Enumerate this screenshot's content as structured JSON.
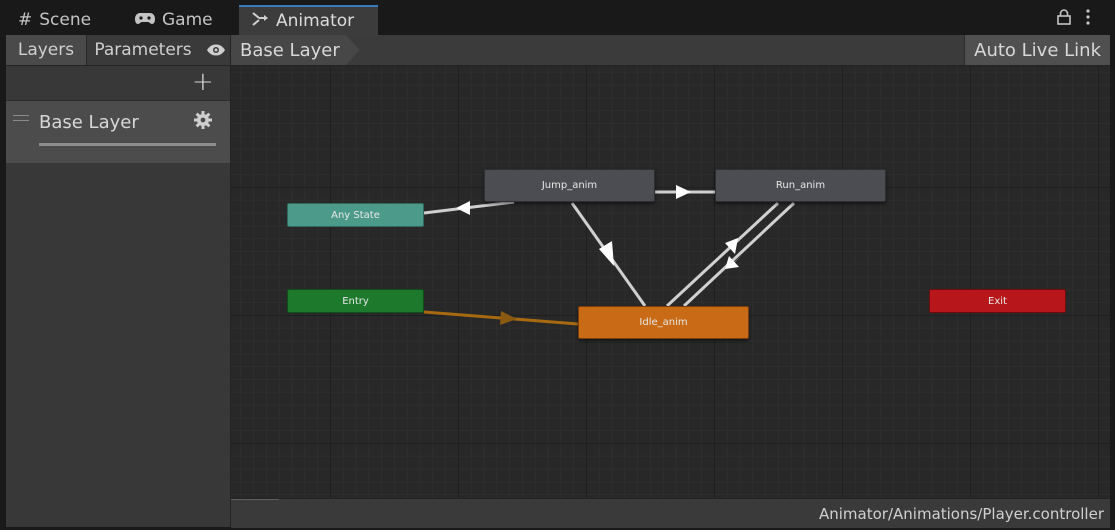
{
  "tabs": [
    {
      "label": "Scene",
      "icon": "hash-icon"
    },
    {
      "label": "Game",
      "icon": "gamepad-icon"
    },
    {
      "label": "Animator",
      "icon": "animator-icon",
      "active": true
    }
  ],
  "left_panel": {
    "tabs": [
      "Layers",
      "Parameters"
    ],
    "layers": [
      {
        "name": "Base Layer",
        "weight": 1.0
      }
    ]
  },
  "breadcrumb": "Base Layer",
  "auto_live_link": "Auto Live Link",
  "graph": {
    "nodes": {
      "any_state": "Any State",
      "entry": "Entry",
      "exit": "Exit",
      "jump": "Jump_anim",
      "run": "Run_anim",
      "idle": "Idle_anim"
    }
  },
  "status_path": "Animator/Animations/Player.controller",
  "colors": {
    "accent": "#3a79bb",
    "any_state": "#4c9b8a",
    "entry": "#1d7a2c",
    "exit": "#b7161a",
    "default_state": "#c96b16",
    "state": "#4b4d52"
  }
}
